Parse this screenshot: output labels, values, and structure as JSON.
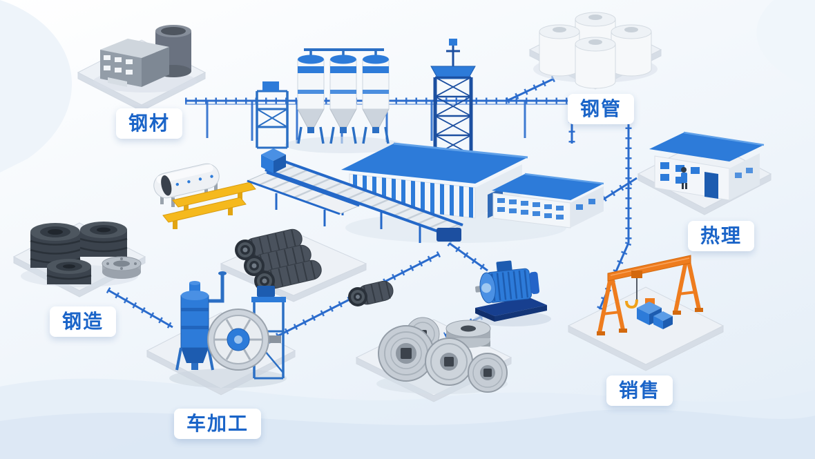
{
  "diagram": {
    "type": "isometric-factory-process-flow",
    "nodes": [
      {
        "id": "steel_material",
        "label": "钢材"
      },
      {
        "id": "steel_pipe",
        "label": "钢管"
      },
      {
        "id": "heat_treatment",
        "label": "热理"
      },
      {
        "id": "steel_making",
        "label": "钢造"
      },
      {
        "id": "machining",
        "label": "车加工"
      },
      {
        "id": "sales",
        "label": "销售"
      }
    ],
    "illustrations": [
      "gray-factory-with-silo",
      "white-storage-tank-farm",
      "white-silos-with-hoppers",
      "blue-lattice-tower",
      "blue-roof-factory-halls",
      "warehouse-with-worker",
      "tire-and-ring-stacks",
      "yellow-roller-conveyors",
      "inclined-belt-conveyor",
      "ribbed-steel-rolls",
      "mill-with-flywheel",
      "blue-electric-motor",
      "steel-coil-stacks",
      "orange-gantry-crane",
      "blue-conveyor-rails"
    ],
    "colors": {
      "primary_blue": "#2d7bd9",
      "deep_blue": "#1d5cb0",
      "navy_blue": "#173f8f",
      "rail_blue": "#2a6bcc",
      "label_text": "#1a64c8",
      "label_background": "#ffffff",
      "platform_gray": "#edf1f6",
      "accent_yellow": "#f5b91d",
      "accent_orange": "#ee7c1e",
      "steel_dark": "#3b434d",
      "steel_light": "#c6cdd5"
    }
  }
}
